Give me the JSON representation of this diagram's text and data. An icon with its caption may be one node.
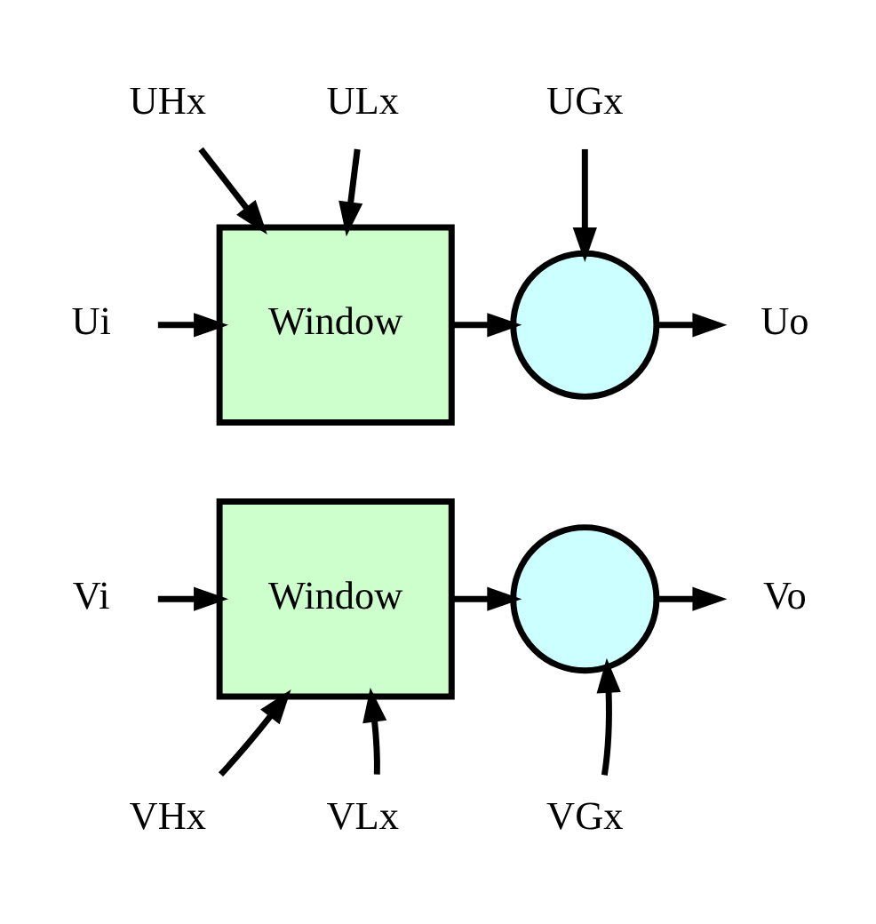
{
  "diagram": {
    "nodes": [
      {
        "text": [
          "UHx"
        ]
      },
      {
        "text": [
          "ULx"
        ]
      },
      {
        "text": [
          "UGx"
        ]
      },
      {
        "text": [
          "Ui"
        ]
      },
      {
        "text": [
          "Window"
        ]
      },
      {
        "text": [],
        "shape": "circle"
      },
      {
        "text": [
          "Uo"
        ]
      },
      {
        "text": [
          "Vi"
        ]
      },
      {
        "text": [
          "Window"
        ]
      },
      {
        "text": [],
        "shape": "circle"
      },
      {
        "text": [
          "Vo"
        ]
      },
      {
        "text": [
          "VHx"
        ]
      },
      {
        "text": [
          "VLx"
        ]
      },
      {
        "text": [
          "VGx"
        ]
      }
    ],
    "edges": [
      {
        "from": 3,
        "to": 4,
        "arrow": "to"
      },
      {
        "from": 0,
        "to": 4,
        "arrow": "to"
      },
      {
        "from": 1,
        "to": 4,
        "arrow": "to"
      },
      {
        "from": 4,
        "to": 5,
        "arrow": "to"
      },
      {
        "from": 2,
        "to": 5,
        "arrow": "to"
      },
      {
        "from": 5,
        "to": 6,
        "arrow": "to"
      },
      {
        "from": 7,
        "to": 8,
        "arrow": "to"
      },
      {
        "from": 11,
        "to": 8,
        "arrow": "to"
      },
      {
        "from": 12,
        "to": 8,
        "arrow": "to"
      },
      {
        "from": 8,
        "to": 9,
        "arrow": "to"
      },
      {
        "from": 13,
        "to": 9,
        "arrow": "to"
      },
      {
        "from": 9,
        "to": 10,
        "arrow": "to"
      }
    ]
  }
}
